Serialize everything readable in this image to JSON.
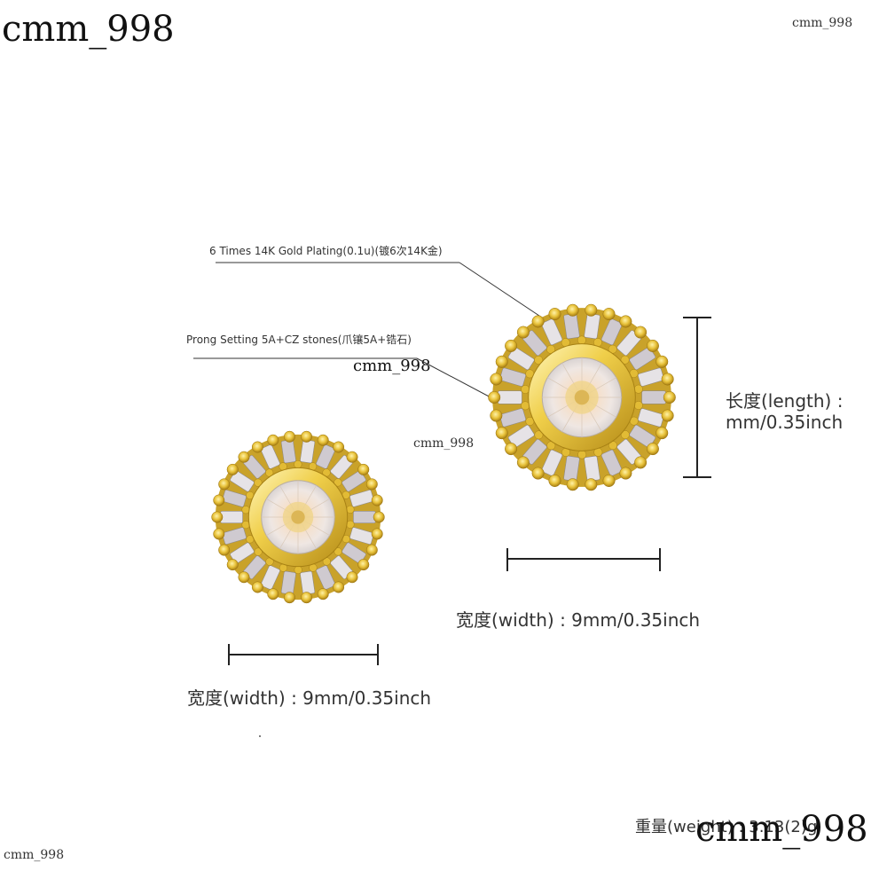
{
  "watermarks": {
    "top_left": "cmm_998",
    "top_right": "cmm_998",
    "center_1": "cmm_998",
    "center_2": "cmm_998",
    "bottom_left": "cmm_998",
    "bottom_right": "cmm_998"
  },
  "annotations": {
    "plating": "6 Times  14K  Gold  Plating(0.1u)(镀6次14K金)",
    "setting": "Prong Setting 5A+CZ stones(爪镶5A+锆石)"
  },
  "dimensions": {
    "length": "长度(length) :",
    "length_value": "mm/0.35inch",
    "width_right": "宽度(width) : 9mm/0.35inch",
    "width_left": "宽度(width) : 9mm/0.35inch",
    "weight": "重量(weight) : 3.13(2)g"
  },
  "colors": {
    "gold": "#e8c23a",
    "gold_dark": "#b8901c",
    "stone": "#f3e6d8"
  }
}
